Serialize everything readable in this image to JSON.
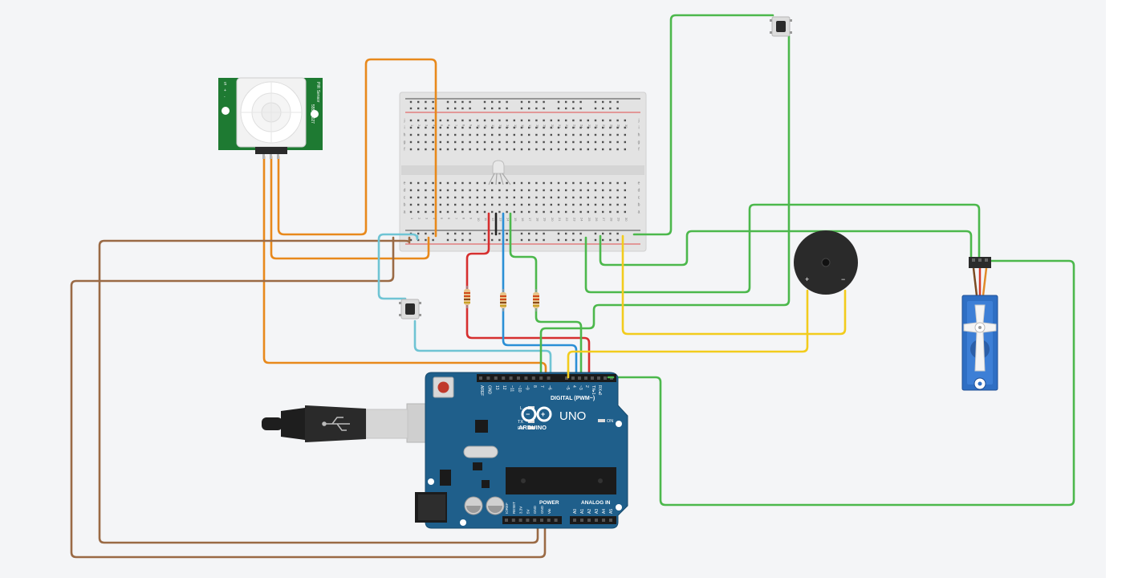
{
  "colors": {
    "background": "#f4f5f7",
    "breadboard": "#e6e6e6",
    "arduino": "#1f5f8b",
    "pir_board": "#1e7a32",
    "servo": "#2f6fc4",
    "wire_orange": "#e8891c",
    "wire_brown": "#9a6a45",
    "wire_green": "#4cb84c",
    "wire_red": "#d62f2f",
    "wire_blue": "#2a8fd6",
    "wire_yellow": "#f2cc1d",
    "wire_cyan": "#6fc4d4",
    "wire_black": "#222222"
  },
  "pir": {
    "label": "PIR Sensor",
    "part": "555-28027",
    "pin_labels": [
      "S",
      "+",
      "-"
    ]
  },
  "breadboard": {
    "columns": [
      "1",
      "2",
      "3",
      "4",
      "5",
      "6",
      "7",
      "8",
      "9",
      "10",
      "11",
      "12",
      "13",
      "14",
      "15",
      "16",
      "17",
      "18",
      "19",
      "20",
      "21",
      "22",
      "23",
      "24",
      "25",
      "26",
      "27",
      "28",
      "29",
      "30"
    ],
    "rows_top": [
      "j",
      "i",
      "h",
      "g",
      "f"
    ],
    "rows_bottom": [
      "e",
      "d",
      "c",
      "b",
      "a"
    ]
  },
  "arduino": {
    "brand": "ARDUINO",
    "model": "UNO",
    "digital_header": "DIGITAL (PWM~)",
    "digital_pins": [
      "AREF",
      "GND",
      "13",
      "12",
      "~11",
      "~10",
      "~9",
      "8",
      "7",
      "~6",
      "~5",
      "4",
      "~3",
      "2",
      "TX▸1",
      "RX◂0"
    ],
    "power_header": "POWER",
    "power_pins": [
      "IOREF",
      "RESET",
      "3.3V",
      "5V",
      "GND",
      "GND",
      "Vin"
    ],
    "analog_header": "ANALOG IN",
    "analog_pins": [
      "A0",
      "A1",
      "A2",
      "A3",
      "A4",
      "A5"
    ],
    "led_labels": [
      "L",
      "TX",
      "RX",
      "ON"
    ]
  },
  "buzzer": {
    "plus": "+",
    "minus": "−"
  }
}
